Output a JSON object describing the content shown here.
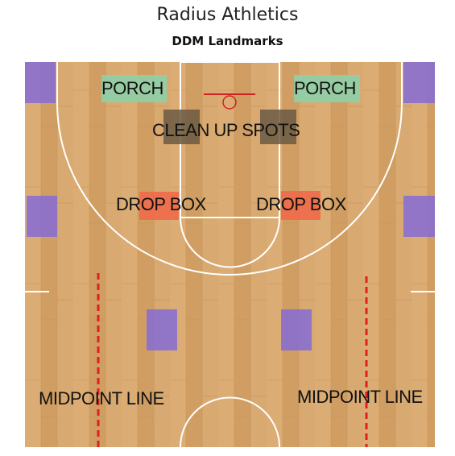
{
  "header": {
    "title": "Radius Athletics",
    "subtitle": "DDM Landmarks"
  },
  "court": {
    "labels": {
      "porch_left": "PORCH",
      "porch_right": "PORCH",
      "clean_up": "CLEAN UP SPOTS",
      "drop_box_left": "DROP BOX",
      "drop_box_right": "DROP BOX",
      "midpoint_left": "MIDPOINT LINE",
      "midpoint_right": "MIDPOINT LINE"
    },
    "colors": {
      "wood": "#d4a46a",
      "porch": "#8fcfa8",
      "clean_up": "#6b5a44",
      "drop_box": "#f06a4a",
      "purple": "#8a6fd0",
      "midpoint_line": "#e02020",
      "rim": "#cc2222"
    }
  }
}
